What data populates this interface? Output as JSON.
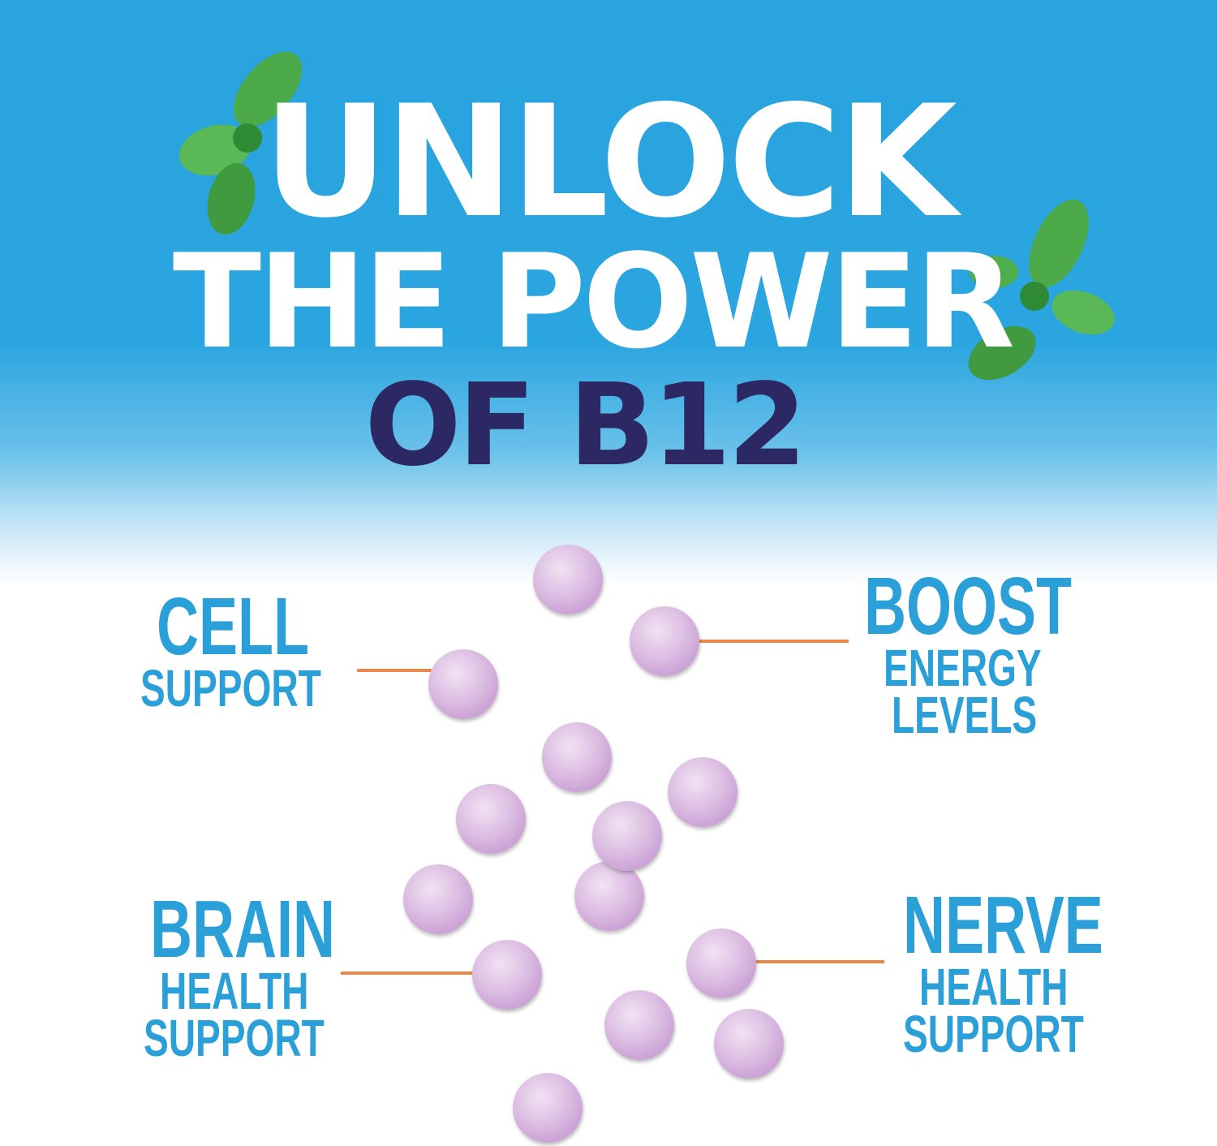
{
  "headline": {
    "line1": "UNLOCK",
    "line2": "THE POWER",
    "line3": "OF B12"
  },
  "benefits": [
    {
      "big": "CELL",
      "small": [
        "SUPPORT"
      ]
    },
    {
      "big": "BOOST",
      "small": [
        "ENERGY",
        "LEVELS"
      ]
    },
    {
      "big": "BRAIN",
      "small": [
        "HEALTH",
        "SUPPORT"
      ]
    },
    {
      "big": "NERVE",
      "small": [
        "HEALTH",
        "SUPPORT"
      ]
    }
  ],
  "colors": {
    "sky": "#29a4df",
    "navy": "#2b2863",
    "label": "#2a9fd8",
    "line": "#e8894b",
    "tablet": "#d6b5dd"
  }
}
